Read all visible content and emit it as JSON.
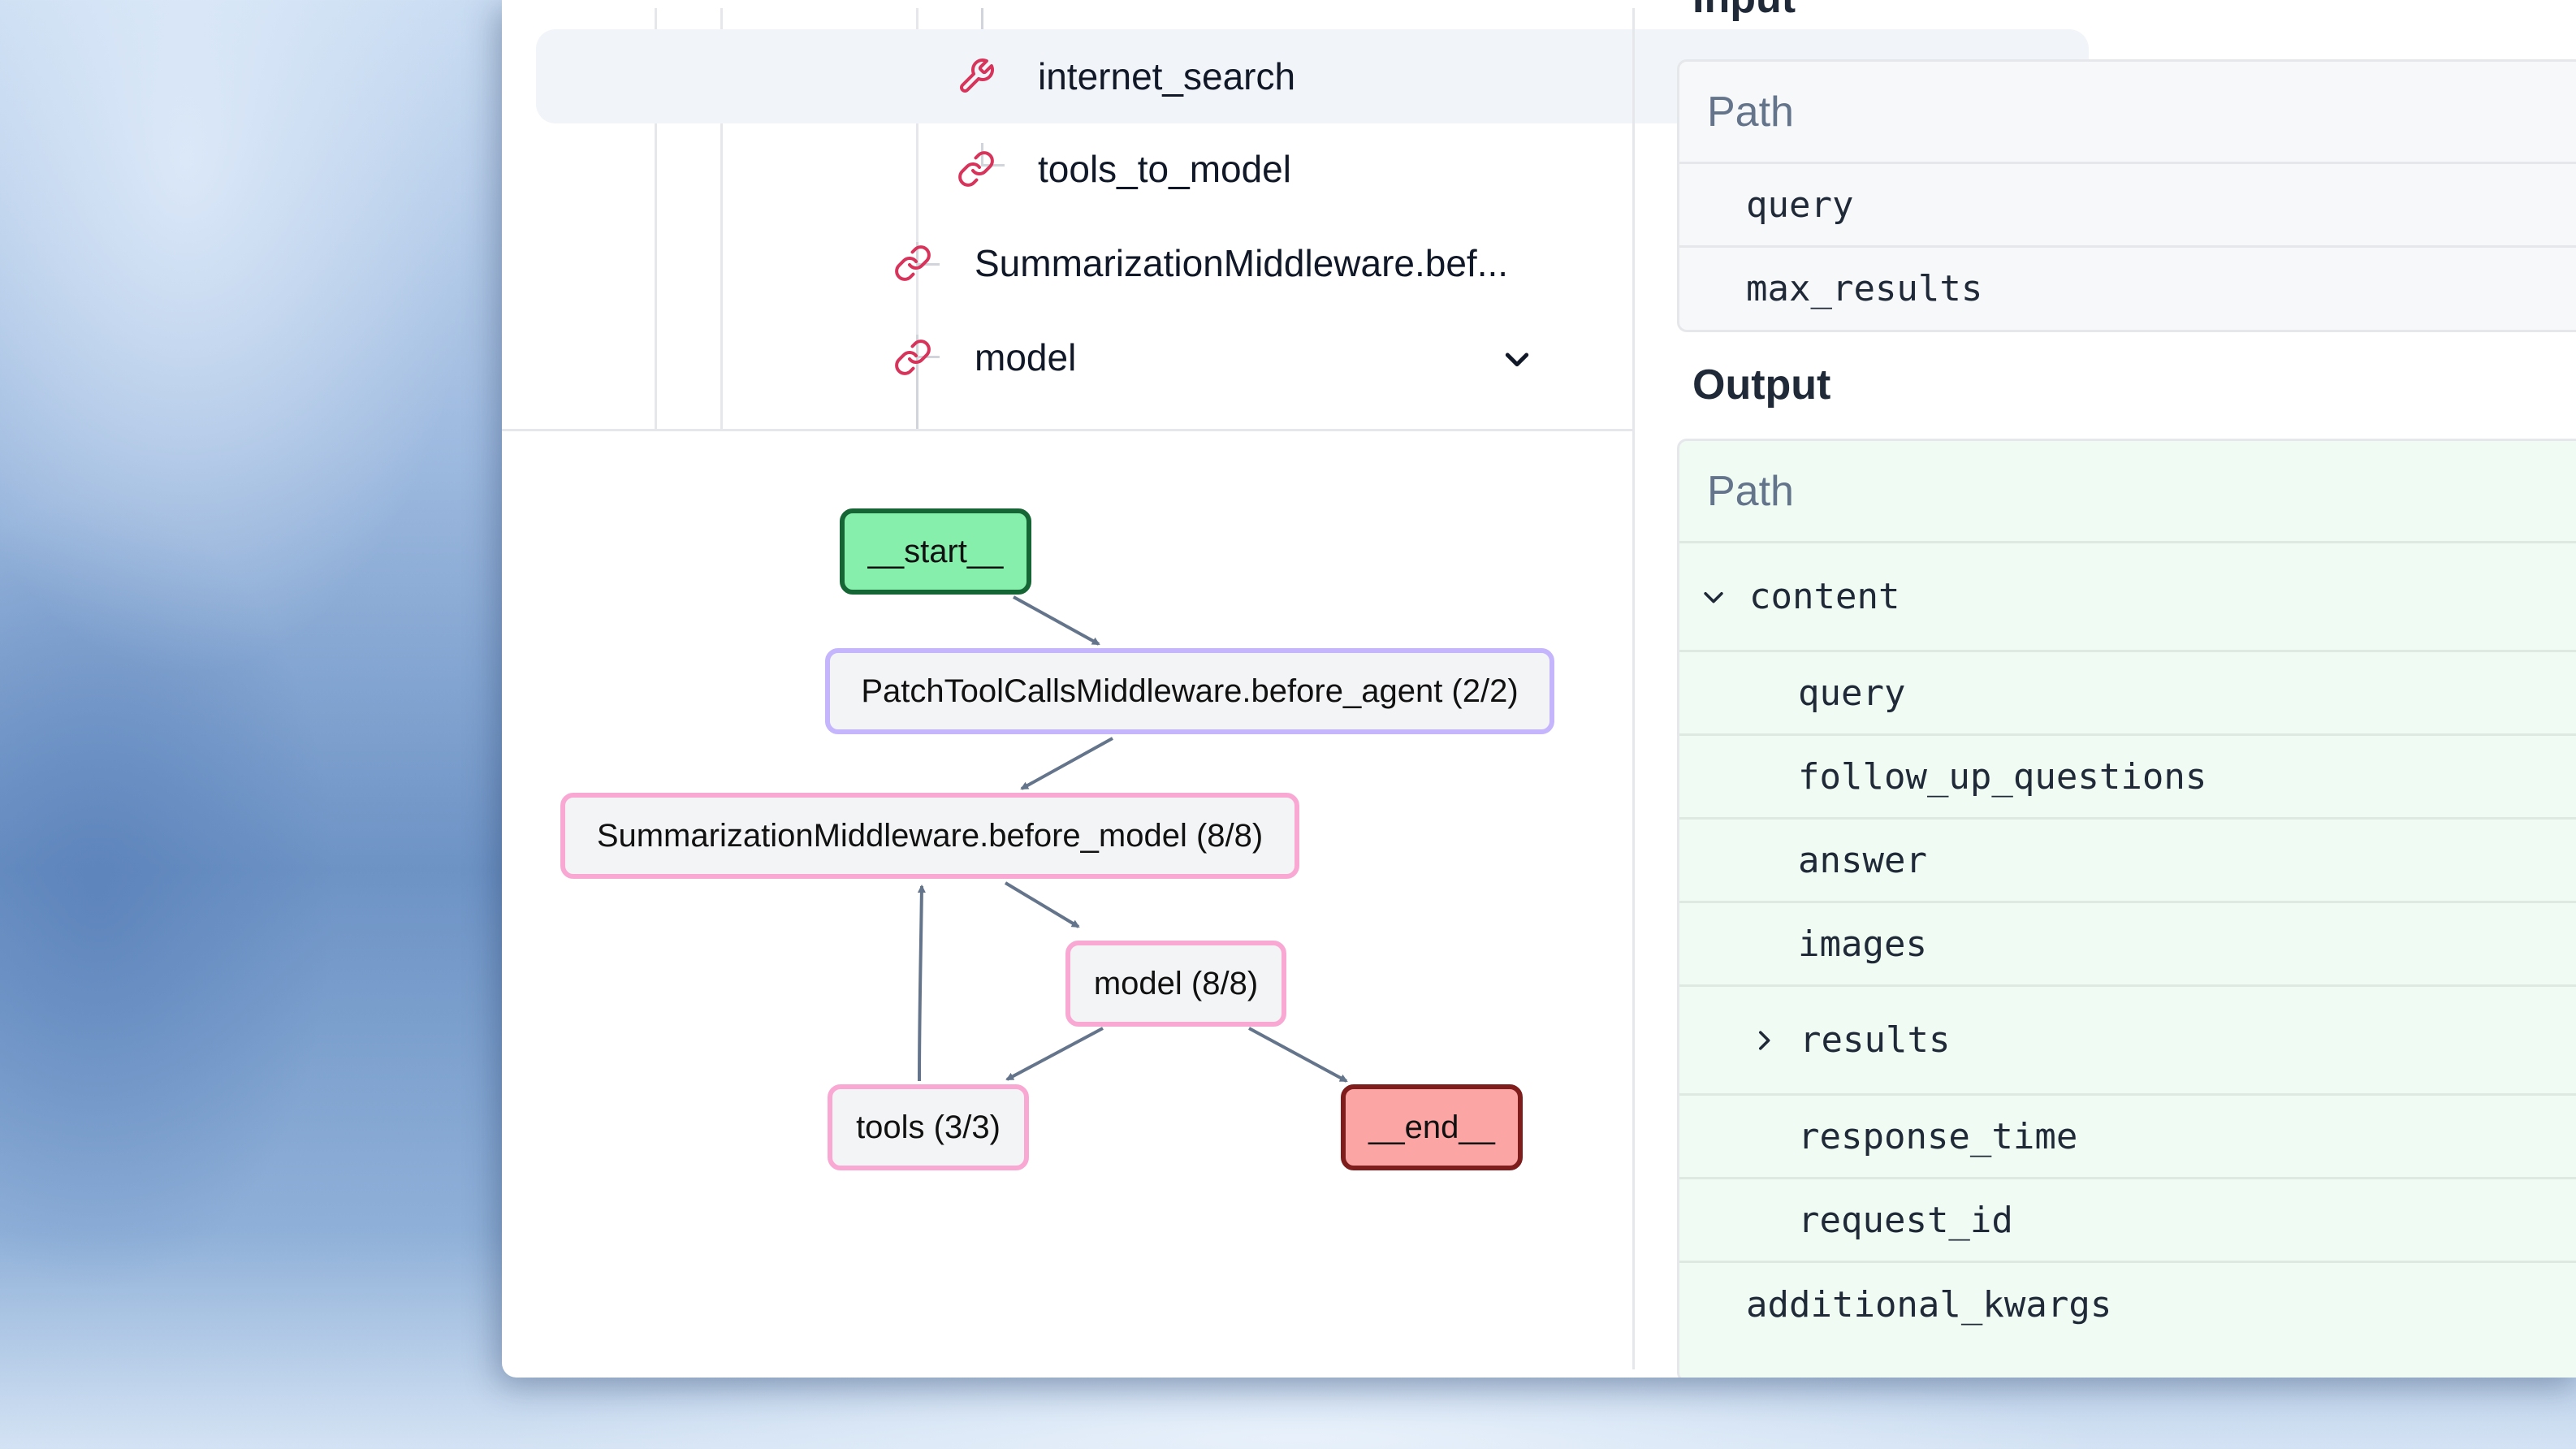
{
  "tree": {
    "items": [
      {
        "label": "internet_search",
        "icon": "wrench-icon"
      },
      {
        "label": "tools_to_model",
        "icon": "link-icon"
      },
      {
        "label": "SummarizationMiddleware.bef...",
        "icon": "link-icon"
      },
      {
        "label": "model",
        "icon": "link-icon",
        "expand": "chevron-down-icon"
      }
    ]
  },
  "graph": {
    "nodes": {
      "start": "__start__",
      "patch": "PatchToolCallsMiddleware.before_agent (2/2)",
      "summarization": "SummarizationMiddleware.before_model (8/8)",
      "model": "model (8/8)",
      "tools": "tools (3/3)",
      "end": "__end__"
    }
  },
  "input": {
    "title": "Input",
    "header": "Path",
    "rows": [
      "query",
      "max_results"
    ]
  },
  "output": {
    "title": "Output",
    "header": "Path",
    "rows": [
      {
        "label": "content",
        "caret": "chevron-down-icon"
      },
      {
        "label": "query"
      },
      {
        "label": "follow_up_questions"
      },
      {
        "label": "answer"
      },
      {
        "label": "images"
      },
      {
        "label": "results",
        "caret": "chevron-right-icon"
      },
      {
        "label": "response_time"
      },
      {
        "label": "request_id"
      },
      {
        "label": "additional_kwargs"
      }
    ]
  },
  "colors": {
    "link_icon": "#d6345a",
    "start_fill": "#86efac",
    "end_fill": "#fca5a5",
    "output_bg": "#f0fbf3"
  }
}
